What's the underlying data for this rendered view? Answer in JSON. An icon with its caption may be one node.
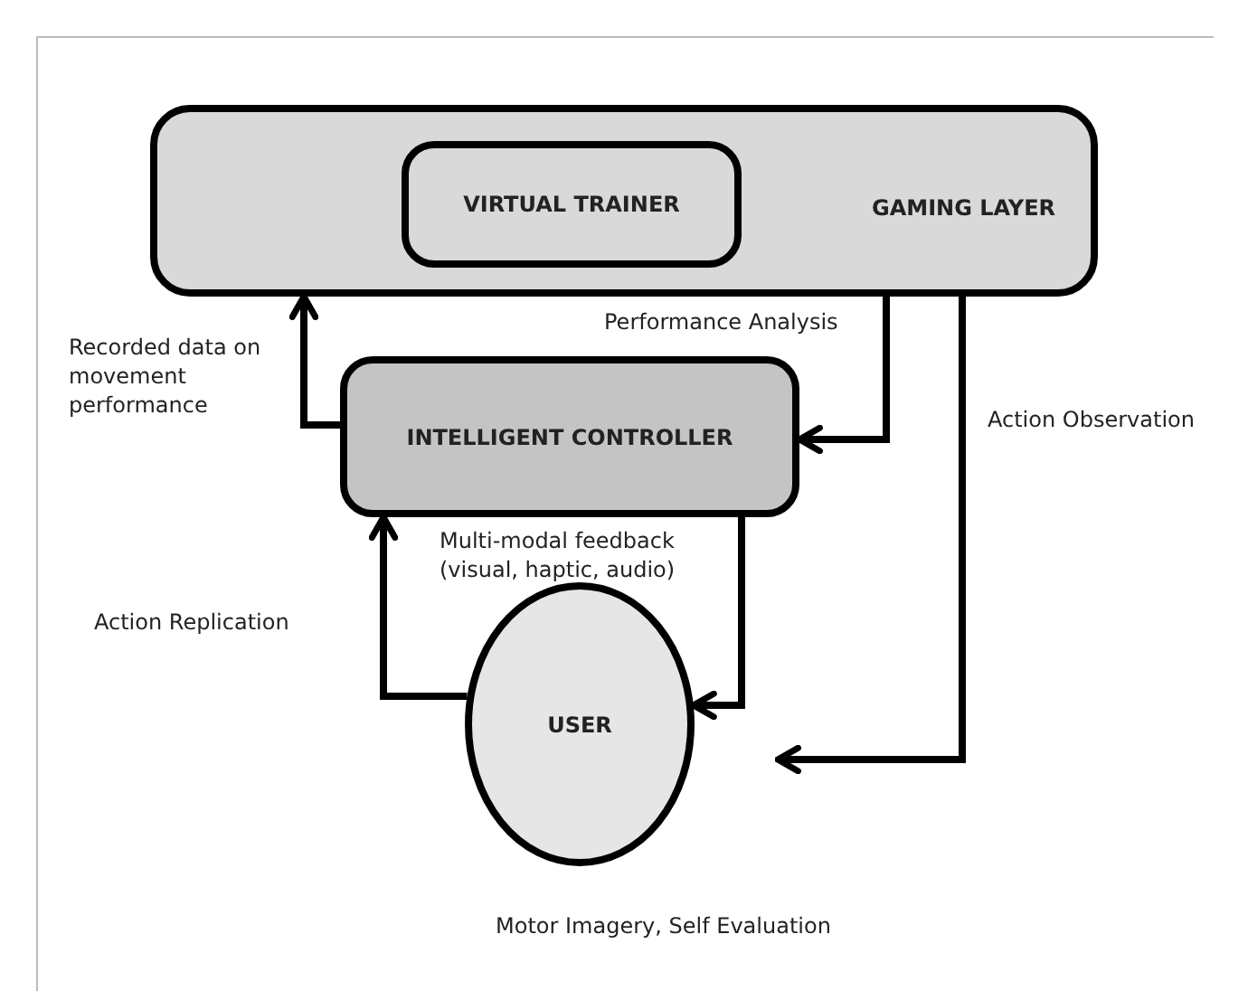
{
  "diagram": {
    "nodes": [
      {
        "text": [
          "GAMING LAYER"
        ]
      },
      {
        "text": [
          "VIRTUAL TRAINER"
        ],
        "in": 0
      },
      {
        "text": [
          "INTELLIGENT CONTROLLER"
        ]
      },
      {
        "text": [
          "USER"
        ],
        "beside": [
          "Motor Imagery, Self Evaluation"
        ]
      }
    ],
    "edges": [
      {
        "from": 2,
        "to": 0,
        "arrow": "to",
        "label": "Recorded data on movement performance"
      },
      {
        "from": 0,
        "to": 2,
        "arrow": "to",
        "label": "Performance Analysis"
      },
      {
        "from": 0,
        "to": 3,
        "arrow": "to",
        "label": "Action Observation"
      },
      {
        "from": 2,
        "to": 3,
        "arrow": "to",
        "label": "Multi-modal feedback (visual, haptic, audio)"
      },
      {
        "from": 3,
        "to": 2,
        "arrow": "to",
        "label": "Action Replication"
      }
    ]
  }
}
